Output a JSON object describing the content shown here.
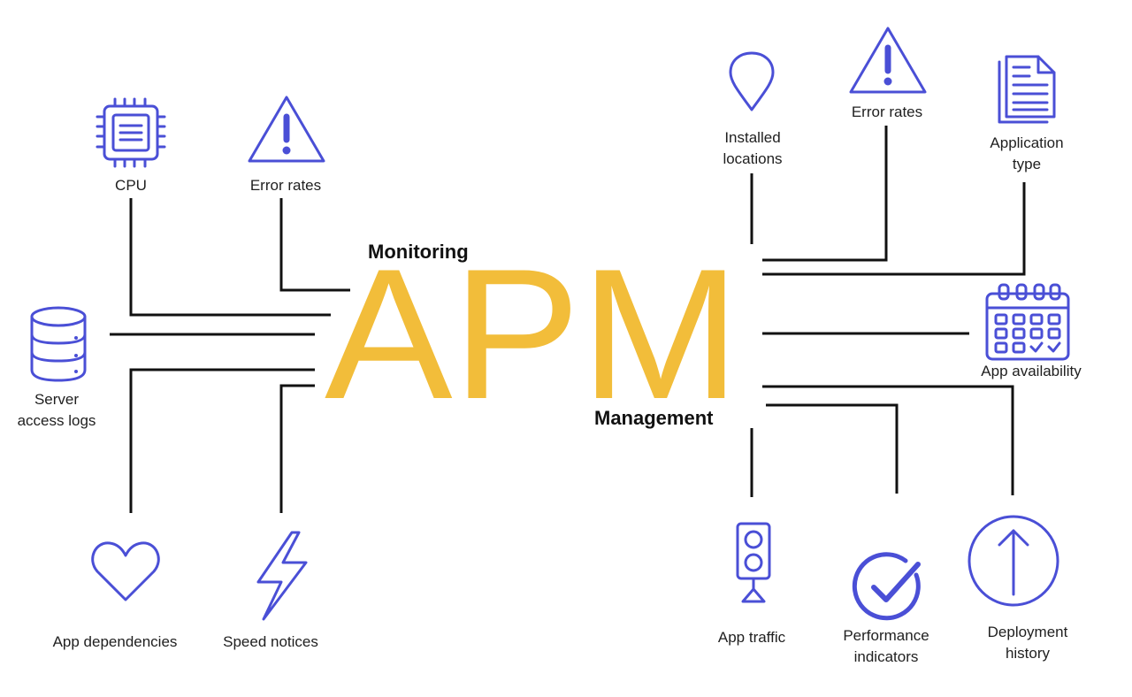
{
  "center": {
    "title": "APM",
    "top_label": "Monitoring",
    "bottom_label": "Management",
    "title_color": "#f2bd3a"
  },
  "accent_color": "#4a4fd6",
  "left_nodes": {
    "cpu": {
      "label": [
        "CPU"
      ],
      "icon": "cpu-chip-icon"
    },
    "error_rates": {
      "label": [
        "Error rates"
      ],
      "icon": "warning-triangle-icon"
    },
    "server_logs": {
      "label": [
        "Server",
        "access logs"
      ],
      "icon": "database-icon"
    },
    "app_dependencies": {
      "label": [
        "App dependencies"
      ],
      "icon": "heart-icon"
    },
    "speed_notices": {
      "label": [
        "Speed notices"
      ],
      "icon": "lightning-bolt-icon"
    }
  },
  "right_nodes": {
    "installed_locations": {
      "label": [
        "Installed",
        "locations"
      ],
      "icon": "location-pin-icon"
    },
    "error_rates": {
      "label": [
        "Error rates"
      ],
      "icon": "warning-triangle-icon"
    },
    "application_type": {
      "label": [
        "Application",
        "type"
      ],
      "icon": "document-stack-icon"
    },
    "app_availability": {
      "label": [
        "App availability"
      ],
      "icon": "calendar-icon"
    },
    "app_traffic": {
      "label": [
        "App traffic"
      ],
      "icon": "traffic-light-icon"
    },
    "performance_indicators": {
      "label": [
        "Performance",
        "indicators"
      ],
      "icon": "check-circle-icon"
    },
    "deployment_history": {
      "label": [
        "Deployment",
        "history"
      ],
      "icon": "arrow-up-circle-icon"
    }
  }
}
